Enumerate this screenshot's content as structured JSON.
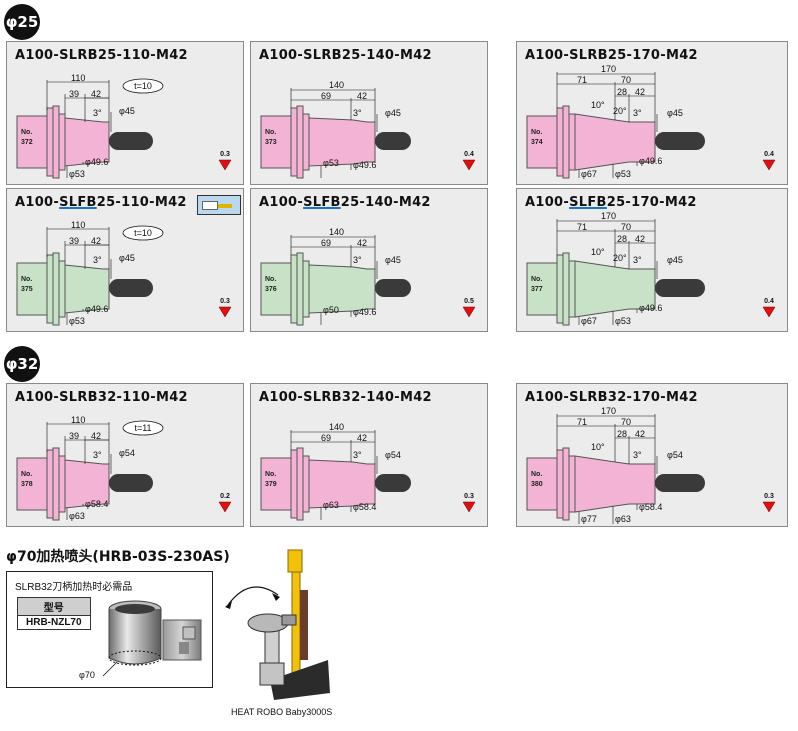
{
  "sections": [
    {
      "badge": "φ25"
    },
    {
      "badge": "φ32"
    }
  ],
  "cards": [
    {
      "title": [
        "A100-SLRB25-110-M42"
      ],
      "no": "No.\n372",
      "color": "#f2b3d4",
      "dims": [
        "110",
        "39",
        "42",
        "3°",
        "φ45",
        "φ49.6",
        "φ53"
      ],
      "t": "t=10",
      "arrow": "0.3",
      "variant": "110"
    },
    {
      "title": [
        "A100-SLRB25-140-M42"
      ],
      "no": "No.\n373",
      "color": "#f2b3d4",
      "dims": [
        "140",
        "69",
        "42",
        "3°",
        "φ45",
        "φ53",
        "φ49.6"
      ],
      "arrow": "0.4",
      "variant": "140"
    },
    {
      "title": [
        "A100-SLRB25-170-M42"
      ],
      "no": "No.\n374",
      "color": "#f2b3d4",
      "dims": [
        "170",
        "71",
        "70",
        "28",
        "42",
        "10°",
        "20°",
        "3°",
        "φ45",
        "φ49.6",
        "φ67",
        "φ53"
      ],
      "arrow": "0.4",
      "variant": "170"
    },
    {
      "title": [
        "A100-",
        "SLFB",
        "25-110-M42"
      ],
      "no": "No.\n375",
      "color": "#c8e2c8",
      "dims": [
        "110",
        "39",
        "42",
        "3°",
        "φ45",
        "φ49.6",
        "φ53"
      ],
      "t": "t=10",
      "arrow": "0.3",
      "variant": "110"
    },
    {
      "title": [
        "A100-",
        "SLFB",
        "25-140-M42"
      ],
      "no": "No.\n376",
      "color": "#c8e2c8",
      "dims": [
        "140",
        "69",
        "42",
        "3°",
        "φ45",
        "φ50",
        "φ49.6"
      ],
      "arrow": "0.5",
      "variant": "140"
    },
    {
      "title": [
        "A100-",
        "SLFB",
        "25-170-M42"
      ],
      "no": "No.\n377",
      "color": "#c8e2c8",
      "dims": [
        "170",
        "71",
        "70",
        "28",
        "42",
        "10°",
        "20°",
        "3°",
        "φ45",
        "φ49.6",
        "φ67",
        "φ53"
      ],
      "arrow": "0.4",
      "variant": "170"
    },
    {
      "title": [
        "A100-SLRB32-110-M42"
      ],
      "no": "No.\n378",
      "color": "#f2b3d4",
      "dims": [
        "110",
        "39",
        "42",
        "3°",
        "φ54",
        "φ58.4",
        "φ63"
      ],
      "t": "t=11",
      "arrow": "0.2",
      "variant": "110"
    },
    {
      "title": [
        "A100-SLRB32-140-M42"
      ],
      "no": "No.\n379",
      "color": "#f2b3d4",
      "dims": [
        "140",
        "69",
        "42",
        "3°",
        "φ54",
        "φ63",
        "φ58.4"
      ],
      "arrow": "0.3",
      "variant": "140"
    },
    {
      "title": [
        "A100-SLRB32-170-M42"
      ],
      "no": "No.\n380",
      "color": "#f2b3d4",
      "dims": [
        "170",
        "71",
        "70",
        "28",
        "42",
        "10°",
        "3°",
        "φ54",
        "φ77",
        "φ63",
        "φ58.4"
      ],
      "arrow": "0.3",
      "variant": "170b"
    }
  ],
  "nozzle": {
    "section_title": "φ70加热喷头(HRB-03S-230AS)",
    "box_header": "SLRB32刀柄加热时必需品",
    "table_header": "型号",
    "table_value": "HRB-NZL70",
    "diameter_label": "φ70",
    "machine_caption": "HEAT ROBO Baby3000S"
  }
}
